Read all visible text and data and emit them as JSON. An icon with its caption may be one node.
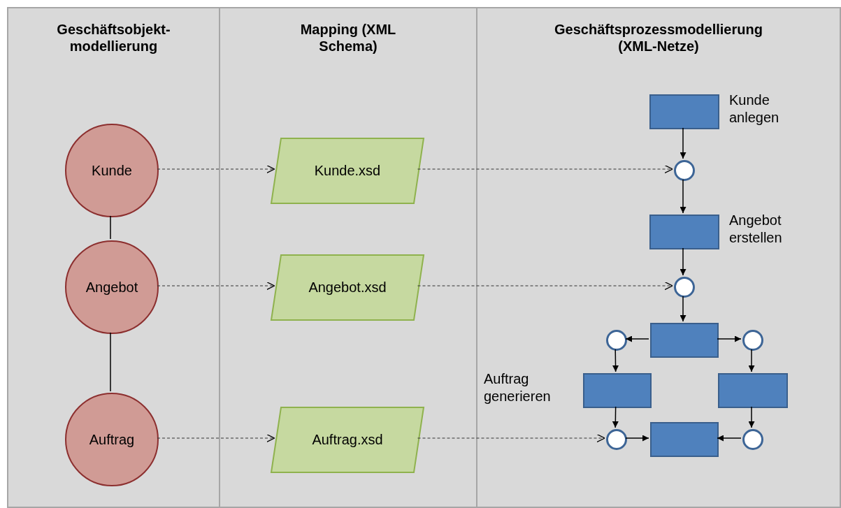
{
  "diagram": {
    "nodes": [
      {
        "text": [
          "Geschäftsobjekt- modellierung"
        ]
      },
      {
        "text": [
          "Mapping (XML Schema)"
        ]
      },
      {
        "text": [
          "Geschäftsprozessmodellierung (XML-Netze)"
        ]
      },
      {
        "text": [
          "Kunde"
        ],
        "in": 0
      },
      {
        "text": [
          "Angebot"
        ],
        "in": 0
      },
      {
        "text": [
          "Auftrag"
        ],
        "in": 0
      },
      {
        "text": [
          "Kunde.xsd"
        ],
        "in": 1
      },
      {
        "text": [
          "Angebot.xsd"
        ],
        "in": 1
      },
      {
        "text": [
          "Auftrag.xsd"
        ],
        "in": 1
      },
      {
        "text": [],
        "shape": "box",
        "in": 2,
        "beside": [
          "Kunde anlegen"
        ]
      },
      {
        "text": [],
        "shape": "circle",
        "in": 2
      },
      {
        "text": [],
        "shape": "box",
        "in": 2,
        "beside": [
          "Angebot erstellen"
        ]
      },
      {
        "text": [],
        "shape": "circle",
        "in": 2
      },
      {
        "text": [],
        "shape": "box",
        "in": 2
      },
      {
        "text": [],
        "shape": "circle",
        "in": 2
      },
      {
        "text": [],
        "shape": "circle",
        "in": 2
      },
      {
        "text": [],
        "shape": "box",
        "in": 2,
        "beside": [
          "Auftrag generieren"
        ]
      },
      {
        "text": [],
        "shape": "box",
        "in": 2
      },
      {
        "text": [],
        "shape": "circle",
        "in": 2
      },
      {
        "text": [],
        "shape": "box",
        "in": 2
      },
      {
        "text": [],
        "shape": "circle",
        "in": 2
      }
    ],
    "edges": [
      {
        "from": 3,
        "to": 4,
        "arrow": "none"
      },
      {
        "from": 4,
        "to": 5,
        "arrow": "none"
      },
      {
        "from": 3,
        "to": 6,
        "arrow": "to",
        "style": "dashed"
      },
      {
        "from": 6,
        "to": 10,
        "arrow": "to",
        "style": "dashed"
      },
      {
        "from": 4,
        "to": 7,
        "arrow": "to",
        "style": "dashed"
      },
      {
        "from": 7,
        "to": 12,
        "arrow": "to",
        "style": "dashed"
      },
      {
        "from": 5,
        "to": 8,
        "arrow": "to",
        "style": "dashed"
      },
      {
        "from": 8,
        "to": 18,
        "arrow": "to",
        "style": "dashed"
      },
      {
        "from": 9,
        "to": 10,
        "arrow": "to"
      },
      {
        "from": 10,
        "to": 11,
        "arrow": "to"
      },
      {
        "from": 11,
        "to": 12,
        "arrow": "to"
      },
      {
        "from": 12,
        "to": 13,
        "arrow": "to"
      },
      {
        "from": 13,
        "to": 14,
        "arrow": "to"
      },
      {
        "from": 13,
        "to": 15,
        "arrow": "to"
      },
      {
        "from": 14,
        "to": 16,
        "arrow": "to"
      },
      {
        "from": 15,
        "to": 17,
        "arrow": "to"
      },
      {
        "from": 16,
        "to": 18,
        "arrow": "to"
      },
      {
        "from": 17,
        "to": 20,
        "arrow": "to"
      },
      {
        "from": 18,
        "to": 19,
        "arrow": "to"
      },
      {
        "from": 20,
        "to": 19,
        "arrow": "to"
      }
    ]
  }
}
